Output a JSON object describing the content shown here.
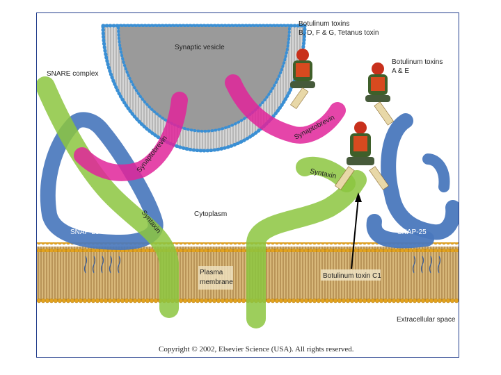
{
  "labels": {
    "synaptic_vesicle": "Synaptic vesicle",
    "snare_complex": "SNARE complex",
    "botulinum_bdfg": [
      "Botulinum toxins",
      "B, D, F & G, Tetanus toxin"
    ],
    "botulinum_ae": [
      "Botulinum toxins",
      "A & E"
    ],
    "synaptobrevin_left": "Synaptobrevin",
    "synaptobrevin_right": "Synaptobrevin",
    "syntaxin_left": "Syntaxin",
    "syntaxin_right": "Syntaxin",
    "snap25_left": "SNAP-25",
    "snap25_right": "SNAP-25",
    "cytoplasm": "Cytoplasm",
    "plasma_membrane": [
      "Plasma",
      "membrane"
    ],
    "botulinum_c1": "Botulinum toxin C1",
    "extracellular_space": "Extracellular space",
    "copyright": "Copyright © 2002, Elsevier Science (USA). All rights reserved."
  },
  "colors": {
    "snap25": "#4a78bd",
    "syntaxin": "#8cc63f",
    "synaptobrevin": "#e0259a",
    "vesicle": "#9a9a9a",
    "lipid_head": "#e2a21f",
    "vesicle_head": "#3a8fd4",
    "frame": "#1f3a8a"
  }
}
